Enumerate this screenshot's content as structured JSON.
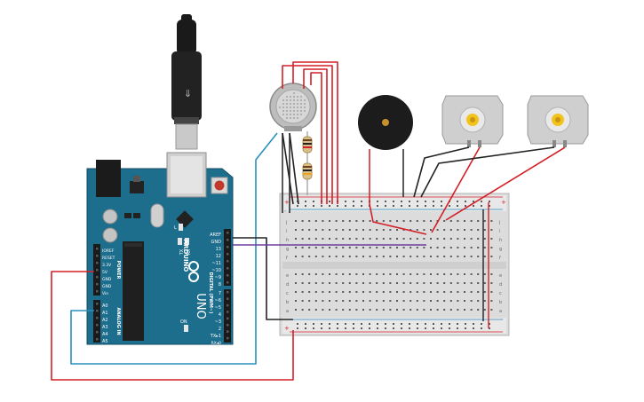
{
  "arduino": {
    "logo": "ARDUINO",
    "model": "UNO",
    "power_label": "POWER",
    "analog_label": "ANALOG IN",
    "digital_label": "DIGITAL (PWM~)",
    "on_label": "ON",
    "tx_label": "TX",
    "rx_label": "RX",
    "l_label": "L",
    "power_pins": [
      "IOREF",
      "RESET",
      "3.3V",
      "5V",
      "GND",
      "GND",
      "Vin"
    ],
    "analog_pins": [
      "A0",
      "A1",
      "A2",
      "A3",
      "A4",
      "A5"
    ],
    "digital_top_pins": [
      "AREF",
      "GND",
      "13",
      "12",
      "~11",
      "~10",
      "~9",
      "8"
    ],
    "digital_bottom_pins": [
      "7",
      "~6",
      "~5",
      "4",
      "~3",
      "2",
      "TX▸1",
      "RX◂0"
    ]
  },
  "breadboard": {
    "row_letters_top": [
      "j",
      "i",
      "h",
      "g",
      "f"
    ],
    "row_letters_bottom": [
      "e",
      "d",
      "c",
      "b",
      "a"
    ],
    "plus": "+",
    "minus": "-"
  },
  "colors": {
    "board": "#1d6d8c",
    "wire_red": "#d31f26",
    "wire_black": "#222222",
    "wire_blue": "#2a8fbd",
    "wire_purple": "#6b3fa0",
    "motor_gear": "#f3c31d"
  },
  "components": {
    "gas_sensor": "gas-sensor",
    "buzzer": "piezo-buzzer",
    "motor_left": "dc-motor",
    "motor_right": "dc-motor",
    "resistor_top": "resistor",
    "resistor_bottom": "resistor"
  }
}
